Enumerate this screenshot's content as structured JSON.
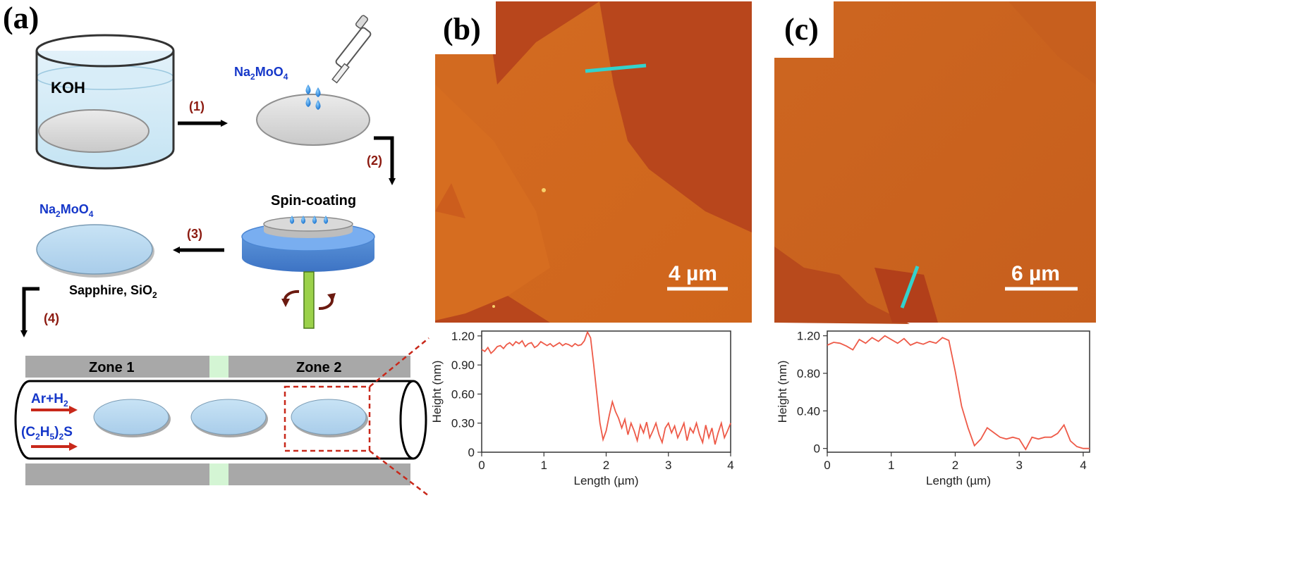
{
  "panel_a": {
    "label": "(a)",
    "beaker_label": "KOH",
    "step1": "(1)",
    "step2": "(2)",
    "step3": "(3)",
    "step4": "(4)",
    "precursor_top": {
      "main": "Na",
      "sub1": "2",
      "mid": "MoO",
      "sub2": "4"
    },
    "precursor_left": {
      "main": "Na",
      "sub1": "2",
      "mid": "MoO",
      "sub2": "4"
    },
    "spin_coating": "Spin-coating",
    "substrate": {
      "main": "Sapphire, SiO",
      "sub": "2"
    },
    "zone1": "Zone 1",
    "zone2": "Zone 2",
    "gas1": {
      "main": "Ar+H",
      "sub": "2"
    },
    "gas2": {
      "p1": "(C",
      "s1": "2",
      "p2": "H",
      "s2": "5",
      "p3": ")",
      "s3": "2",
      "p4": "S"
    }
  },
  "panel_b": {
    "label": "(b)",
    "scale_bar": "4 µm"
  },
  "panel_c": {
    "label": "(c)",
    "scale_bar": "6 µm"
  },
  "colors": {
    "afm_substrate": "#b8461c",
    "afm_flake": "#d46a1e",
    "profile_line": "#ee5a48",
    "linecut": "#33d2cc",
    "arrow_red": "#c8281a",
    "text_blue": "#1537c9",
    "step_red": "#8c1a10"
  },
  "chart_data": [
    {
      "type": "line",
      "xlabel": "Length (µm)",
      "ylabel": "Height (nm)",
      "xlim": [
        0,
        4
      ],
      "ylim": [
        0,
        1.25
      ],
      "xticks": [
        "0",
        "1",
        "2",
        "3",
        "4"
      ],
      "yticks": [
        "0",
        "0.30",
        "0.60",
        "0.90",
        "1.20"
      ],
      "ytick_values": [
        0,
        0.3,
        0.6,
        0.9,
        1.2
      ],
      "x": [
        0,
        0.05,
        0.1,
        0.15,
        0.2,
        0.25,
        0.3,
        0.35,
        0.4,
        0.45,
        0.5,
        0.55,
        0.6,
        0.65,
        0.7,
        0.75,
        0.8,
        0.85,
        0.9,
        0.95,
        1.0,
        1.05,
        1.1,
        1.15,
        1.2,
        1.25,
        1.3,
        1.35,
        1.4,
        1.45,
        1.5,
        1.55,
        1.6,
        1.65,
        1.7,
        1.75,
        1.8,
        1.85,
        1.9,
        1.95,
        2.0,
        2.05,
        2.1,
        2.15,
        2.2,
        2.25,
        2.3,
        2.35,
        2.4,
        2.45,
        2.5,
        2.55,
        2.6,
        2.65,
        2.7,
        2.75,
        2.8,
        2.85,
        2.9,
        2.95,
        3.0,
        3.05,
        3.1,
        3.15,
        3.2,
        3.25,
        3.3,
        3.35,
        3.4,
        3.45,
        3.5,
        3.55,
        3.6,
        3.65,
        3.7,
        3.75,
        3.8,
        3.85,
        3.9,
        3.95,
        4.0
      ],
      "y": [
        1.06,
        1.04,
        1.08,
        1.02,
        1.05,
        1.09,
        1.1,
        1.07,
        1.11,
        1.13,
        1.1,
        1.14,
        1.12,
        1.15,
        1.09,
        1.12,
        1.13,
        1.08,
        1.1,
        1.14,
        1.12,
        1.1,
        1.12,
        1.09,
        1.11,
        1.13,
        1.1,
        1.12,
        1.11,
        1.09,
        1.12,
        1.1,
        1.11,
        1.15,
        1.24,
        1.18,
        0.9,
        0.6,
        0.3,
        0.13,
        0.22,
        0.38,
        0.52,
        0.42,
        0.35,
        0.25,
        0.34,
        0.18,
        0.3,
        0.22,
        0.12,
        0.28,
        0.2,
        0.31,
        0.15,
        0.22,
        0.3,
        0.18,
        0.1,
        0.25,
        0.3,
        0.2,
        0.27,
        0.15,
        0.22,
        0.3,
        0.12,
        0.25,
        0.2,
        0.3,
        0.18,
        0.1,
        0.28,
        0.15,
        0.25,
        0.08,
        0.2,
        0.3,
        0.15,
        0.22,
        0.3
      ]
    },
    {
      "type": "line",
      "xlabel": "Length (µm)",
      "ylabel": "Height (nm)",
      "xlim": [
        0,
        4.1
      ],
      "ylim": [
        -0.04,
        1.25
      ],
      "xticks": [
        "0",
        "1",
        "2",
        "3",
        "4"
      ],
      "yticks": [
        "0",
        "0.40",
        "0.80",
        "1.20"
      ],
      "ytick_values": [
        0,
        0.4,
        0.8,
        1.2
      ],
      "x": [
        0,
        0.1,
        0.2,
        0.3,
        0.4,
        0.5,
        0.6,
        0.7,
        0.8,
        0.9,
        1.0,
        1.1,
        1.2,
        1.3,
        1.4,
        1.5,
        1.6,
        1.7,
        1.8,
        1.9,
        2.0,
        2.1,
        2.2,
        2.3,
        2.4,
        2.5,
        2.6,
        2.7,
        2.8,
        2.9,
        3.0,
        3.1,
        3.2,
        3.3,
        3.4,
        3.5,
        3.6,
        3.7,
        3.8,
        3.9,
        4.0,
        4.1
      ],
      "y": [
        1.1,
        1.13,
        1.12,
        1.09,
        1.05,
        1.16,
        1.12,
        1.18,
        1.14,
        1.2,
        1.16,
        1.12,
        1.17,
        1.1,
        1.13,
        1.11,
        1.14,
        1.12,
        1.18,
        1.15,
        0.82,
        0.45,
        0.22,
        0.03,
        0.1,
        0.22,
        0.17,
        0.12,
        0.1,
        0.12,
        0.1,
        -0.01,
        0.12,
        0.1,
        0.12,
        0.12,
        0.16,
        0.25,
        0.08,
        0.02,
        0.0,
        0.0
      ]
    }
  ]
}
